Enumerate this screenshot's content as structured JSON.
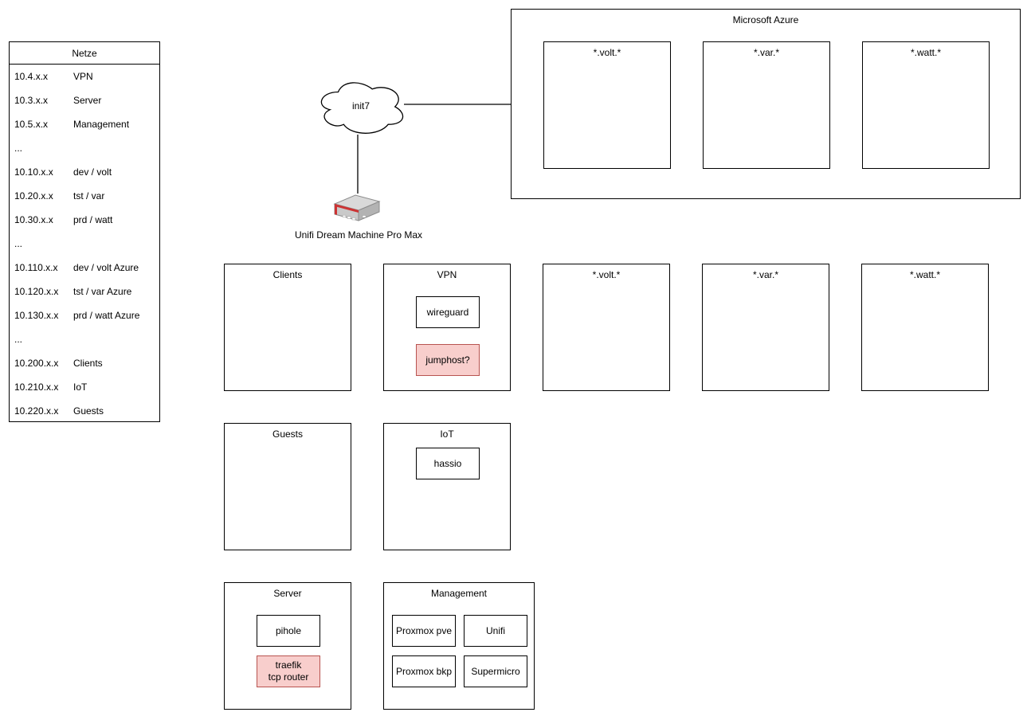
{
  "netze_table": {
    "title": "Netze",
    "rows": [
      {
        "ip": "10.4.x.x",
        "name": "VPN"
      },
      {
        "ip": "10.3.x.x",
        "name": "Server"
      },
      {
        "ip": "10.5.x.x",
        "name": "Management"
      },
      {
        "ip": "...",
        "name": ""
      },
      {
        "ip": "10.10.x.x",
        "name": "dev / volt"
      },
      {
        "ip": "10.20.x.x",
        "name": "tst / var"
      },
      {
        "ip": "10.30.x.x",
        "name": "prd / watt"
      },
      {
        "ip": "...",
        "name": ""
      },
      {
        "ip": "10.110.x.x",
        "name": "dev / volt Azure"
      },
      {
        "ip": "10.120.x.x",
        "name": "tst / var Azure"
      },
      {
        "ip": "10.130.x.x",
        "name": "prd / watt Azure"
      },
      {
        "ip": "...",
        "name": ""
      },
      {
        "ip": "10.200.x.x",
        "name": "Clients"
      },
      {
        "ip": "10.210.x.x",
        "name": "IoT"
      },
      {
        "ip": "10.220.x.x",
        "name": "Guests"
      }
    ]
  },
  "internet": {
    "provider": "init7"
  },
  "gateway": {
    "label": "Unifi Dream Machine Pro Max"
  },
  "azure": {
    "title": "Microsoft Azure",
    "environments": [
      "*.volt.*",
      "*.var.*",
      "*.watt.*"
    ]
  },
  "networks": {
    "clients": {
      "title": "Clients"
    },
    "vpn": {
      "title": "VPN",
      "wireguard": "wireguard",
      "jumphost": "jumphost?"
    },
    "volt": {
      "title": "*.volt.*"
    },
    "var": {
      "title": "*.var.*"
    },
    "watt": {
      "title": "*.watt.*"
    },
    "guests": {
      "title": "Guests"
    },
    "iot": {
      "title": "IoT",
      "hassio": "hassio"
    },
    "server": {
      "title": "Server",
      "pihole": "pihole",
      "traefik": "traefik\ntcp router"
    },
    "management": {
      "title": "Management",
      "proxmox_pve": "Proxmox pve",
      "unifi": "Unifi",
      "proxmox_bkp": "Proxmox bkp",
      "supermicro": "Supermicro"
    }
  },
  "colors": {
    "highlight_fill": "#f8cecc",
    "highlight_stroke": "#b85450",
    "box_stroke": "#000000",
    "background": "#ffffff"
  }
}
